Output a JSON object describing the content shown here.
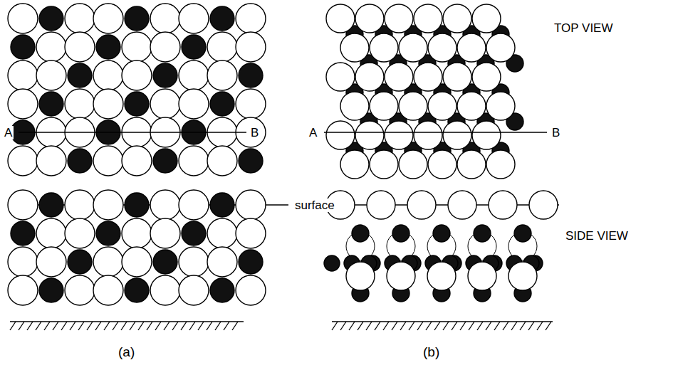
{
  "diagram": {
    "labels": [
      "TOP VIEW",
      "A",
      "B",
      "A",
      "B",
      "surface",
      "SIDE VIEW",
      "(a)",
      "(b)"
    ]
  }
}
